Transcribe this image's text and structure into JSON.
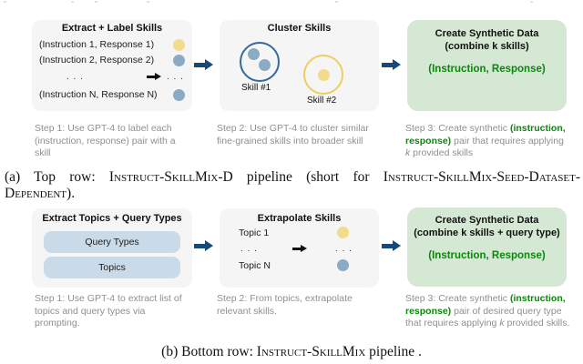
{
  "colors": {
    "gray_box_bg": "#f5f5f6",
    "green_box_bg": "#d5e8d4",
    "green_text": "#0c870c",
    "navy_arrow": "#15497a",
    "yellow_dot": "#f2db8a",
    "blue_dot": "#8babc4",
    "blue_circle_stroke": "#33699c",
    "yellow_circle_stroke": "#eccf5f",
    "pill_bg": "#c9dbe9",
    "step_text": "#8f8f8f"
  },
  "top": {
    "box1": {
      "title": "Extract + Label Skills",
      "row1": "(Instruction 1, Response 1)",
      "row2": "(Instruction 2, Response 2)",
      "rowN": "(Instruction N, Response N)",
      "ellipsis": ". . ."
    },
    "box2": {
      "title": "Cluster Skills",
      "skill1": "Skill #1",
      "skill2": "Skill #2"
    },
    "box3": {
      "line1": "Create Synthetic Data",
      "line2": "(combine k skills)",
      "output": "(Instruction, Response)"
    },
    "step1": "Step 1: Use GPT-4 to label each (instruction, response) pair with a skill",
    "step2": "Step 2: Use GPT-4 to cluster similar fine-grained skills into broader skill",
    "step3": {
      "pre": "Step 3: Create synthetic ",
      "green": "(instruction, response)",
      "mid": " pair that requires applying ",
      "k": "k",
      "post": " provided skills"
    }
  },
  "caption_a": {
    "pre": "(a) Top row: ",
    "sc1": "Instruct-SkillMix-D",
    "mid": " pipeline (short for ",
    "sc2_line1": "Instruct-SkillMix-Seed-Dataset-",
    "sc2_line2": "Dependent",
    "post": ")."
  },
  "bottom": {
    "box1": {
      "title": "Extract Topics + Query Types",
      "pill1": "Query Types",
      "pill2": "Topics"
    },
    "box2": {
      "title": "Extrapolate Skills",
      "row1": "Topic 1",
      "rowN": "Topic N",
      "ellipsis": ". . ."
    },
    "box3": {
      "line1": "Create Synthetic Data",
      "line2": "(combine k skills + query type)",
      "output": "(Instruction, Response)"
    },
    "step1": "Step 1: Use GPT-4 to extract list of topics and query types via prompting.",
    "step2": "Step 2: From topics, extrapolate relevant skills.",
    "step3": {
      "pre": "Step 3: Create synthetic ",
      "green": "(instruction, response)",
      "mid": " pair of desired query type that requires applying ",
      "k": "k",
      "post": " provided skills."
    }
  },
  "caption_b": {
    "pre": "(b) Bottom row: ",
    "sc1": "Instruct-SkillMix",
    "post": " pipeline ."
  }
}
